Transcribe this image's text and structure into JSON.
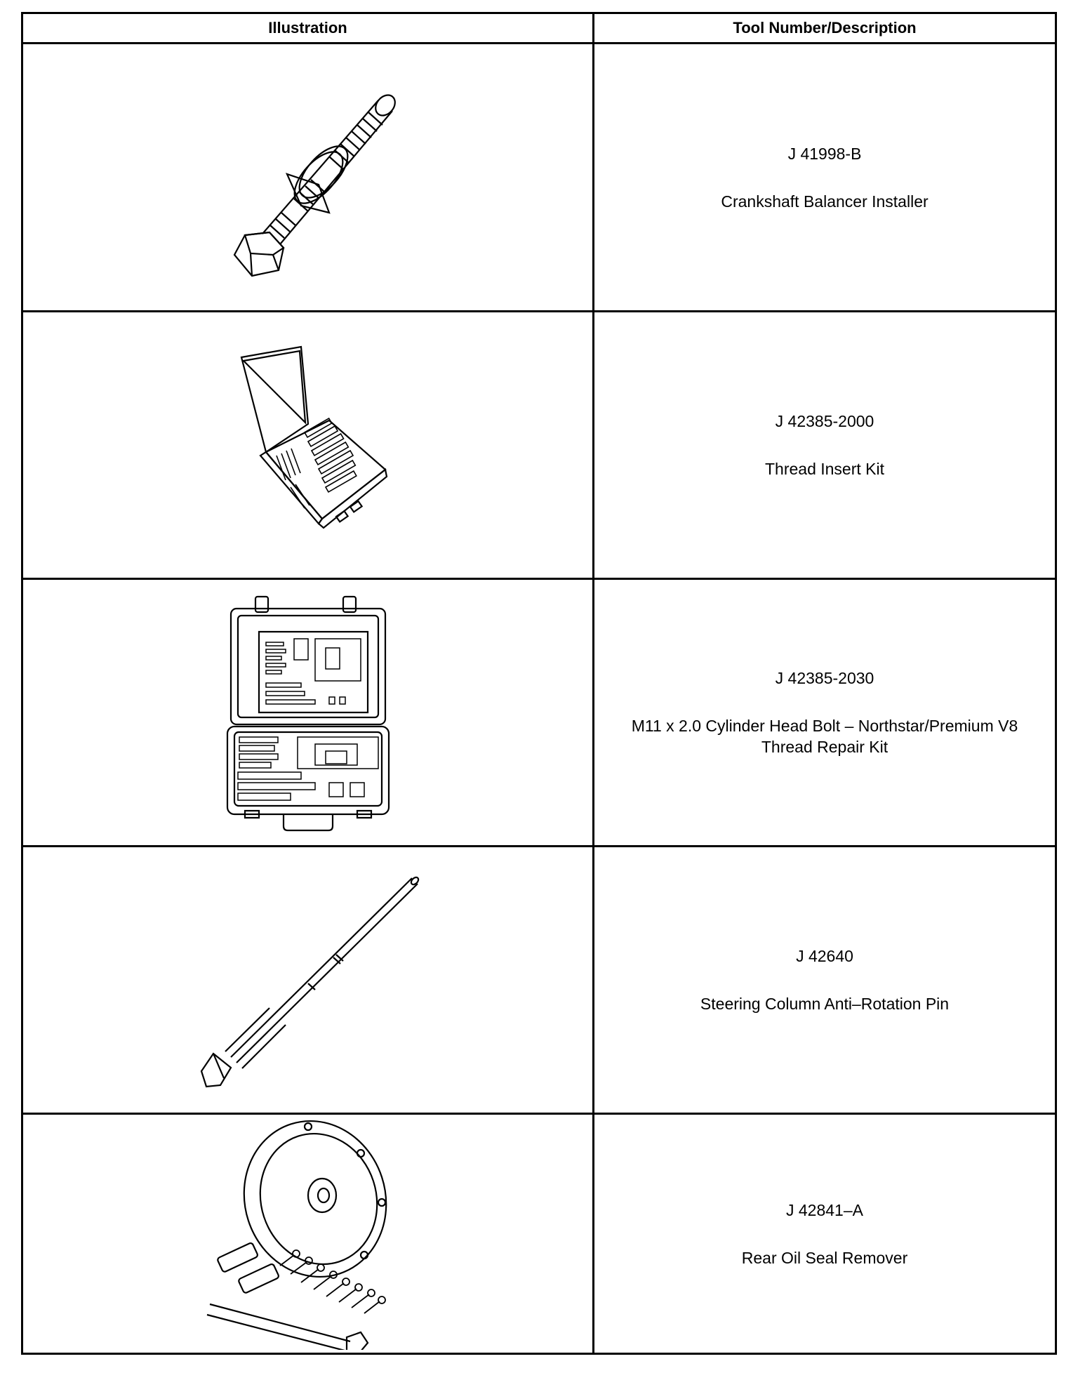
{
  "header": {
    "illustration": "Illustration",
    "tool": "Tool Number/Description"
  },
  "rows": [
    {
      "number": "J 41998-B",
      "description": "Crankshaft Balancer Installer",
      "icon": "bolt-icon"
    },
    {
      "number": "J 42385-2000",
      "description": "Thread Insert Kit",
      "icon": "tool-case-open-icon"
    },
    {
      "number": "J 42385-2030",
      "description": "M11 x 2.0 Cylinder Head Bolt – Northstar/Premium V8\nThread Repair Kit",
      "icon": "tool-case-icon"
    },
    {
      "number": "J 42640",
      "description": "Steering Column Anti–Rotation Pin",
      "icon": "pin-icon"
    },
    {
      "number": "J 42841–A",
      "description": "Rear Oil Seal Remover",
      "icon": "seal-remover-icon"
    }
  ]
}
